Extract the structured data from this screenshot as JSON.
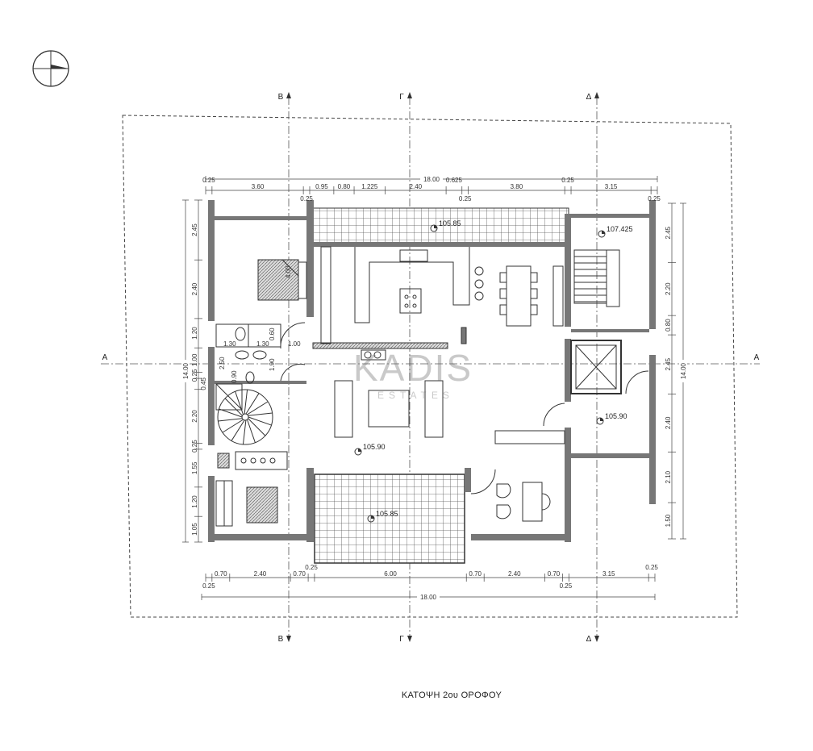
{
  "title": "ΚΑΤΟΨΗ 2ου ΟΡΟΦΟΥ",
  "watermark": {
    "brand": "KADIS",
    "sub": "ESTATES"
  },
  "sections": {
    "vertical": [
      "Β",
      "Γ",
      "Δ"
    ],
    "horizontal": "Α"
  },
  "dimensions": {
    "top_total": "18.00",
    "top_chain": [
      "0.25",
      "3.60",
      "0.25",
      "0.95",
      "0.80",
      "1.225",
      "2.40",
      "0.625",
      "0.25",
      "3.80",
      "0.25",
      "3.15",
      "0.25"
    ],
    "bottom_total": "18.00",
    "bottom_chain": [
      "0.25",
      "0.70",
      "2.40",
      "0.70",
      "0.25",
      "6.00",
      "0.70",
      "2.40",
      "0.70",
      "0.25",
      "3.15",
      "0.25"
    ],
    "left_total": "14.00",
    "left_chain": [
      "2.45",
      "2.40",
      "1.20",
      "1.00",
      "0.25",
      "0.45",
      "2.20",
      "0.25",
      "1.55",
      "1.20",
      "1.05"
    ],
    "right_total": "14.00",
    "right_chain": [
      "2.45",
      "2.20",
      "0.80",
      "2.45",
      "2.40",
      "2.10",
      "1.50"
    ],
    "interior": {
      "bedroom_depth": "4.00",
      "wc_w1": "1.30",
      "wc_w2": "1.30",
      "wc_h": "0.60",
      "door": "1.00",
      "bath_h": "2.50",
      "shower": "0.90",
      "bath_h2": "1.90"
    }
  },
  "levels": {
    "terrace_top": "105.85",
    "stair_landing": "107.425",
    "hall": "105.90",
    "living": "105.90",
    "terrace_bottom": "105.85"
  }
}
